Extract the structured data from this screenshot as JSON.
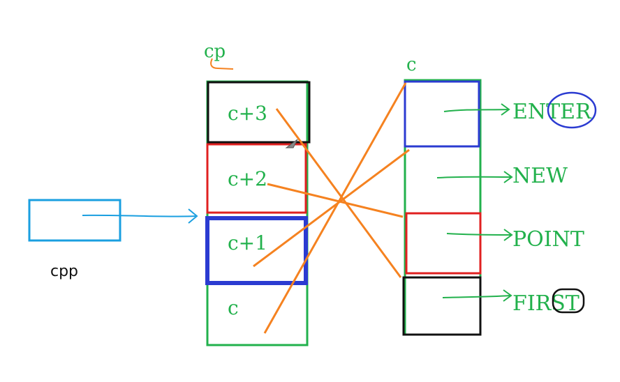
{
  "diagram": {
    "cpp_label": "cpp",
    "cp_label": "cp",
    "c_label": "c",
    "cp_cells": [
      "c+3",
      "c+2",
      "c+1",
      "c"
    ],
    "c_strings": [
      "ENTER",
      "NEW",
      "POINT",
      "FIRST"
    ]
  },
  "colors": {
    "green": "#22b14c",
    "orange": "#f58220",
    "blue": "#1a9fe0",
    "dark_blue": "#2b3bd1",
    "red": "#e02020",
    "black": "#111111"
  }
}
